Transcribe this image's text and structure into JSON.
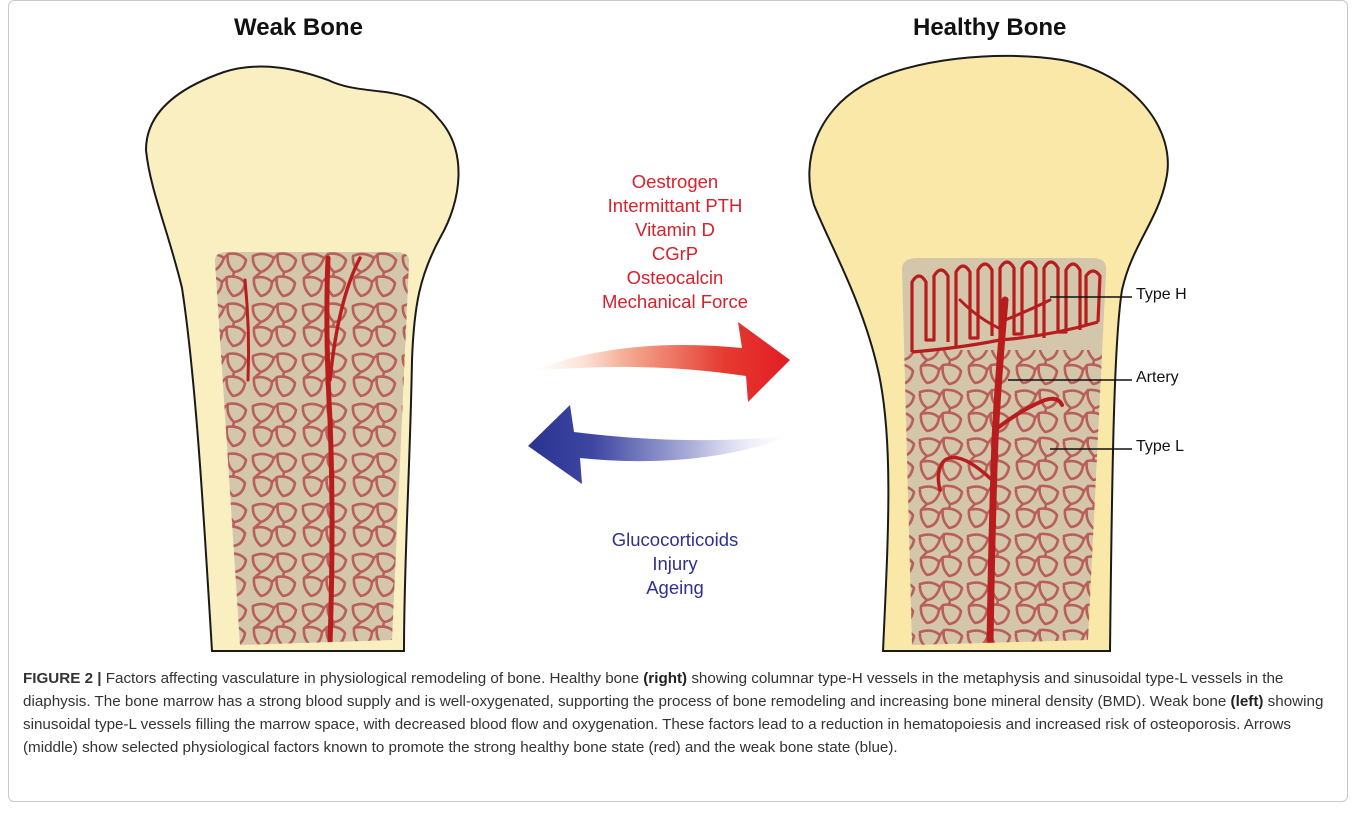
{
  "titles": {
    "left": "Weak Bone",
    "right": "Healthy Bone"
  },
  "promoting_factors": [
    "Oestrogen",
    "Intermittant PTH",
    "Vitamin D",
    "CGrP",
    "Osteocalcin",
    "Mechanical Force"
  ],
  "inhibiting_factors": [
    "Glucocorticoids",
    "Injury",
    "Ageing"
  ],
  "labels": {
    "type_h": "Type H",
    "artery": "Artery",
    "type_l": "Type L"
  },
  "colors": {
    "promote": "#d7212c",
    "inhibit": "#2e3190",
    "vessel": "#b0312e",
    "artery": "#b81d1d",
    "bone": "#f9efc0",
    "marrow": "#d5c8ad"
  },
  "caption": {
    "fig_label": "FIGURE 2 |",
    "p1": " Factors affecting vasculature in physiological remodeling of bone. Healthy bone ",
    "right": "(right)",
    "p2": " showing columnar type-H vessels in the metaphysis and sinusoidal type-L vessels in the diaphysis. The bone marrow has a strong blood supply and is well-oxygenated, supporting the process of bone remodeling and increasing bone mineral density (BMD). Weak bone ",
    "left": "(left)",
    "p3": " showing sinusoidal type-L vessels filling the marrow space, with decreased blood flow and oxygenation. These factors lead to a reduction in hematopoiesis and increased risk of osteoporosis. Arrows (middle) show selected physiological factors known to promote the strong healthy bone state (red) and the weak bone state (blue)."
  }
}
